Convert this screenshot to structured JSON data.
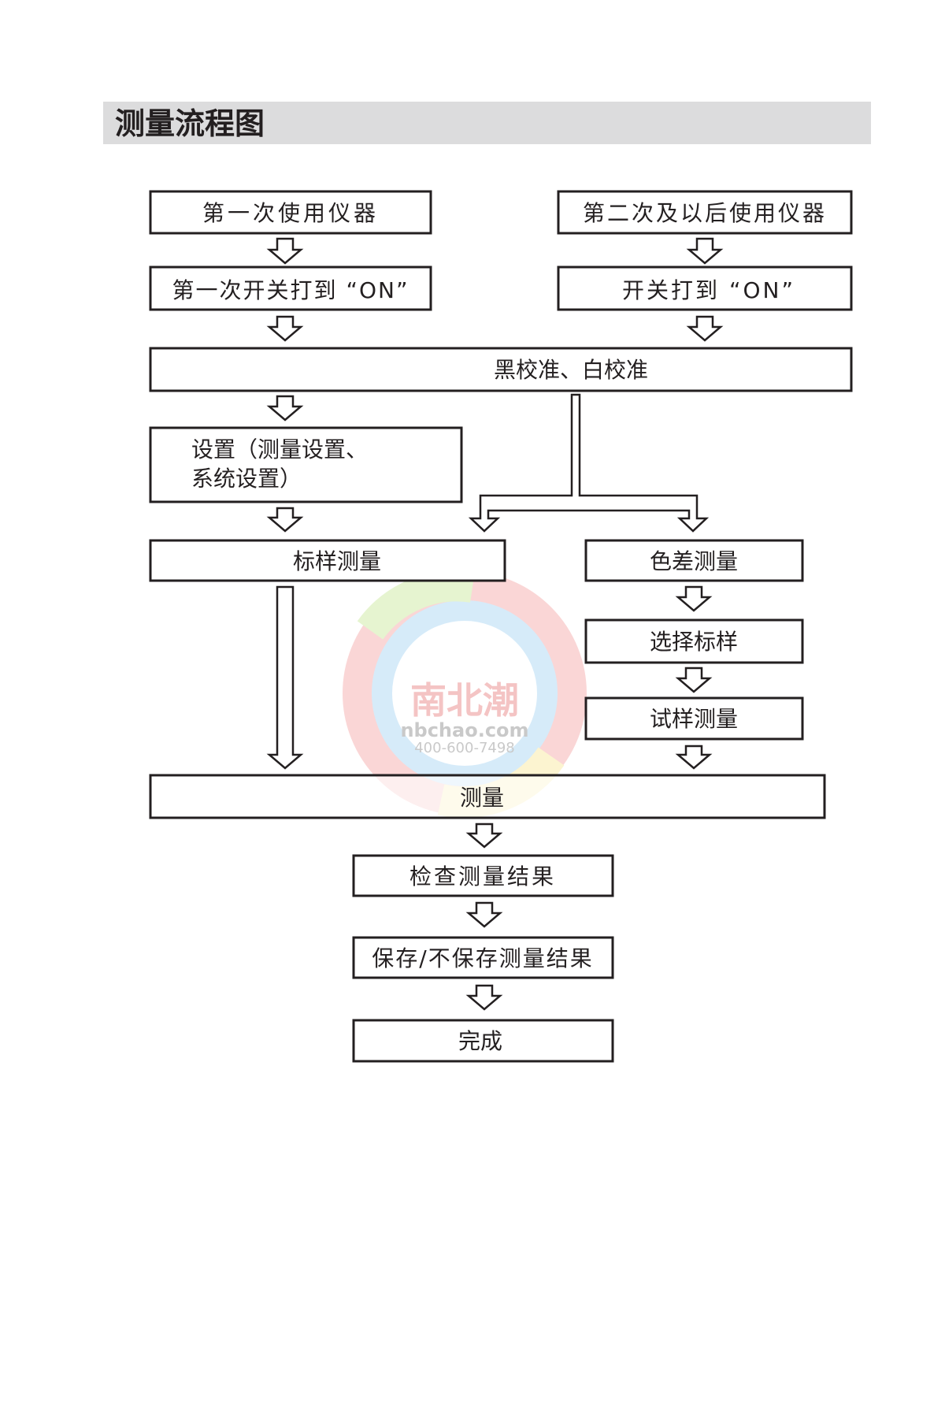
{
  "header": {
    "title": "测量流程图"
  },
  "nodes": {
    "first_use": "第一次使用仪器",
    "later_use": "第二次及以后使用仪器",
    "first_switch_on": "第一次开关打到 “ON”",
    "switch_on": "开关打到 “ON”",
    "calibration": "黑校准、白校准",
    "settings_line1": "设置（测量设置、",
    "settings_line2": "系统设置）",
    "standard_measure": "标样测量",
    "color_diff_measure": "色差测量",
    "select_standard": "选择标样",
    "sample_measure": "试样测量",
    "measure": "测量",
    "check_results": "检查测量结果",
    "save_results": "保存/不保存测量结果",
    "done": "完成"
  },
  "watermark": {
    "brand": "南北潮",
    "site": "nbchao.com",
    "phone": "400-600-7498"
  },
  "colors": {
    "header_bg": "#dcdcdd",
    "stroke": "#231f20"
  }
}
